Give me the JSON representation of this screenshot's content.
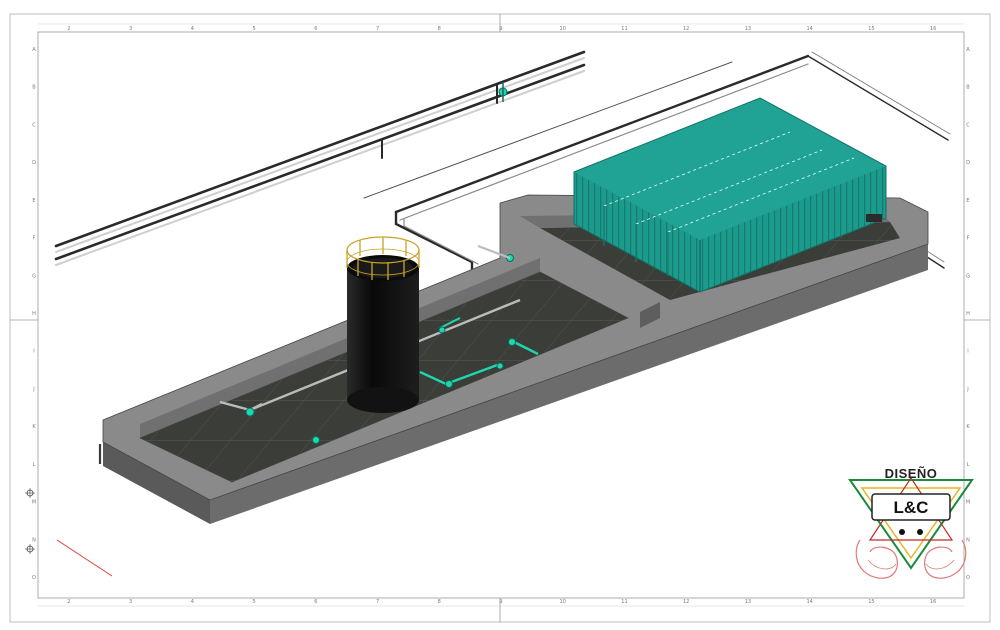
{
  "drawing": {
    "view": "isometric",
    "colors": {
      "wall": "#6f6f6f",
      "wall_top": "#8a8a8a",
      "floor": "#3a3d38",
      "tank": "#0d0d0d",
      "railing": "#c9a227",
      "roof": "#20a394",
      "roof_dark": "#168074",
      "pipe_fitting": "#1fd6b0",
      "pipe": "#bcbcbc"
    },
    "objects": [
      "containment-basin",
      "storage-tank",
      "roofed-shed",
      "pipe-rack",
      "valves"
    ]
  },
  "frame": {
    "top_ticks": [
      "2",
      "3",
      "4",
      "5",
      "6",
      "7",
      "8",
      "9",
      "10",
      "11",
      "12",
      "13",
      "14",
      "15",
      "16"
    ],
    "bottom_ticks": [
      "2",
      "3",
      "4",
      "5",
      "6",
      "7",
      "8",
      "9",
      "10",
      "11",
      "12",
      "13",
      "14",
      "15",
      "16"
    ],
    "left_ticks": [
      "A",
      "B",
      "C",
      "D",
      "E",
      "F",
      "G",
      "H",
      "I",
      "J",
      "K",
      "L",
      "M",
      "N",
      "O"
    ],
    "right_ticks": [
      "A",
      "B",
      "C",
      "D",
      "E",
      "F",
      "G",
      "H",
      "I",
      "J",
      "K",
      "L",
      "M",
      "N",
      "O"
    ]
  },
  "logo": {
    "top_text": "DISEÑO",
    "main_text": "L&C"
  }
}
